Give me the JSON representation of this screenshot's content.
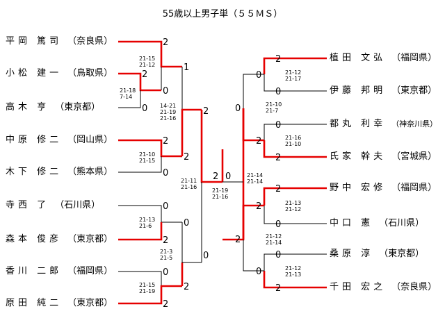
{
  "title": "55歳以上男子単（５５ＭＳ）",
  "left_players": [
    {
      "name": "平岡 篤司",
      "pref": "（奈良県）"
    },
    {
      "name": "小松 建一",
      "pref": "（鳥取県）"
    },
    {
      "name": "高木 亨",
      "pref": "（東京都）"
    },
    {
      "name": "中原 修二",
      "pref": "（岡山県）"
    },
    {
      "name": "木下 修二",
      "pref": "（熊本県）"
    },
    {
      "name": "寺西 了",
      "pref": "（石川県）"
    },
    {
      "name": "森本 俊彦",
      "pref": "（東京都）"
    },
    {
      "name": "香川 二郎",
      "pref": "（福岡県）"
    },
    {
      "name": "原田 純二",
      "pref": "（東京都）"
    }
  ],
  "right_players": [
    {
      "name": "植田 文弘",
      "pref": "（福岡県）"
    },
    {
      "name": "伊藤 邦明",
      "pref": "（東京都）"
    },
    {
      "name": "都丸 利幸",
      "pref": "（神奈川県）"
    },
    {
      "name": "氏家 幹夫",
      "pref": "（宮城県）"
    },
    {
      "name": "野中 宏修",
      "pref": "（福岡県）"
    },
    {
      "name": "中口 憲",
      "pref": "（石川県）"
    },
    {
      "name": "桑原 淳",
      "pref": "（東京都）"
    },
    {
      "name": "千田 宏之",
      "pref": "（奈良県）"
    }
  ],
  "scores": [
    {
      "id": "l-p1",
      "text": "2"
    },
    {
      "id": "l-q2",
      "text": "1"
    },
    {
      "id": "l-p2",
      "text": "2"
    },
    {
      "id": "l-p2b",
      "text": "0"
    },
    {
      "id": "l-p3",
      "text": "0"
    },
    {
      "id": "l-s2",
      "text": "2"
    },
    {
      "id": "l-p4",
      "text": "2"
    },
    {
      "id": "l-p5",
      "text": "2"
    },
    {
      "id": "l-p5b",
      "text": "0"
    },
    {
      "id": "l-p6",
      "text": "0"
    },
    {
      "id": "l-q7",
      "text": "0"
    },
    {
      "id": "l-p7",
      "text": "2"
    },
    {
      "id": "l-p8",
      "text": "0"
    },
    {
      "id": "l-s4",
      "text": "0"
    },
    {
      "id": "l-q9",
      "text": "2"
    },
    {
      "id": "l-p9",
      "text": "2"
    },
    {
      "id": "final-l",
      "text": "2"
    },
    {
      "id": "final-r",
      "text": "0"
    },
    {
      "id": "r-p1",
      "text": "2"
    },
    {
      "id": "r-q1",
      "text": "0"
    },
    {
      "id": "r-p2",
      "text": "0"
    },
    {
      "id": "r-s1",
      "text": "0"
    },
    {
      "id": "r-p3",
      "text": "0"
    },
    {
      "id": "r-q3",
      "text": "2"
    },
    {
      "id": "r-p4",
      "text": "2"
    },
    {
      "id": "r-p5",
      "text": "2"
    },
    {
      "id": "r-q5",
      "text": "2"
    },
    {
      "id": "r-p6",
      "text": "0"
    },
    {
      "id": "r-s2",
      "text": "2"
    },
    {
      "id": "r-p7",
      "text": "0"
    },
    {
      "id": "r-q7",
      "text": "0"
    },
    {
      "id": "r-p8",
      "text": "2"
    }
  ],
  "set_scores": [
    {
      "id": "m1",
      "lines": [
        "21-15",
        "21-12"
      ]
    },
    {
      "id": "m2",
      "lines": [
        "21-18",
        "7-14"
      ]
    },
    {
      "id": "m3",
      "lines": [
        "14-21",
        "21-19",
        "21-16"
      ]
    },
    {
      "id": "m4",
      "lines": [
        "21-10",
        "21-15"
      ]
    },
    {
      "id": "m5",
      "lines": [
        "21-13",
        "21-6"
      ]
    },
    {
      "id": "m6",
      "lines": [
        "21-3",
        "21-5"
      ]
    },
    {
      "id": "m7",
      "lines": [
        "21-15",
        "21-19"
      ]
    },
    {
      "id": "m8",
      "lines": [
        "21-11",
        "21-16"
      ]
    },
    {
      "id": "m9",
      "lines": [
        "21-19",
        "21-16"
      ]
    },
    {
      "id": "m10",
      "lines": [
        "21-14",
        "21-14"
      ]
    },
    {
      "id": "m11",
      "lines": [
        "21-12",
        "21-17"
      ]
    },
    {
      "id": "m12",
      "lines": [
        "21-10",
        "21-7"
      ]
    },
    {
      "id": "m13",
      "lines": [
        "21-16",
        "21-10"
      ]
    },
    {
      "id": "m14",
      "lines": [
        "21-13",
        "21-12"
      ]
    },
    {
      "id": "m15",
      "lines": [
        "21-12",
        "21-14"
      ]
    },
    {
      "id": "m16",
      "lines": [
        "21-12",
        "21-13"
      ]
    }
  ]
}
